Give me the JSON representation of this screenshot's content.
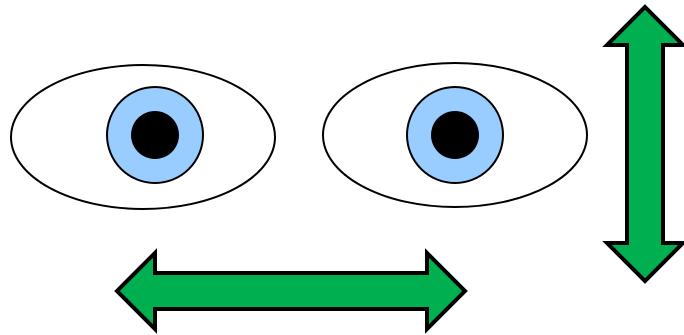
{
  "colors": {
    "background": "#ffffff",
    "eye_white": "#ffffff",
    "outline": "#000000",
    "iris": "#99ccff",
    "pupil": "#000000",
    "arrow_fill": "#00b050"
  },
  "shapes": {
    "eyes": [
      {
        "name": "left-eye"
      },
      {
        "name": "right-eye"
      }
    ],
    "arrows": [
      {
        "name": "horizontal-double-arrow",
        "direction": "horizontal"
      },
      {
        "name": "vertical-double-arrow",
        "direction": "vertical"
      }
    ]
  }
}
